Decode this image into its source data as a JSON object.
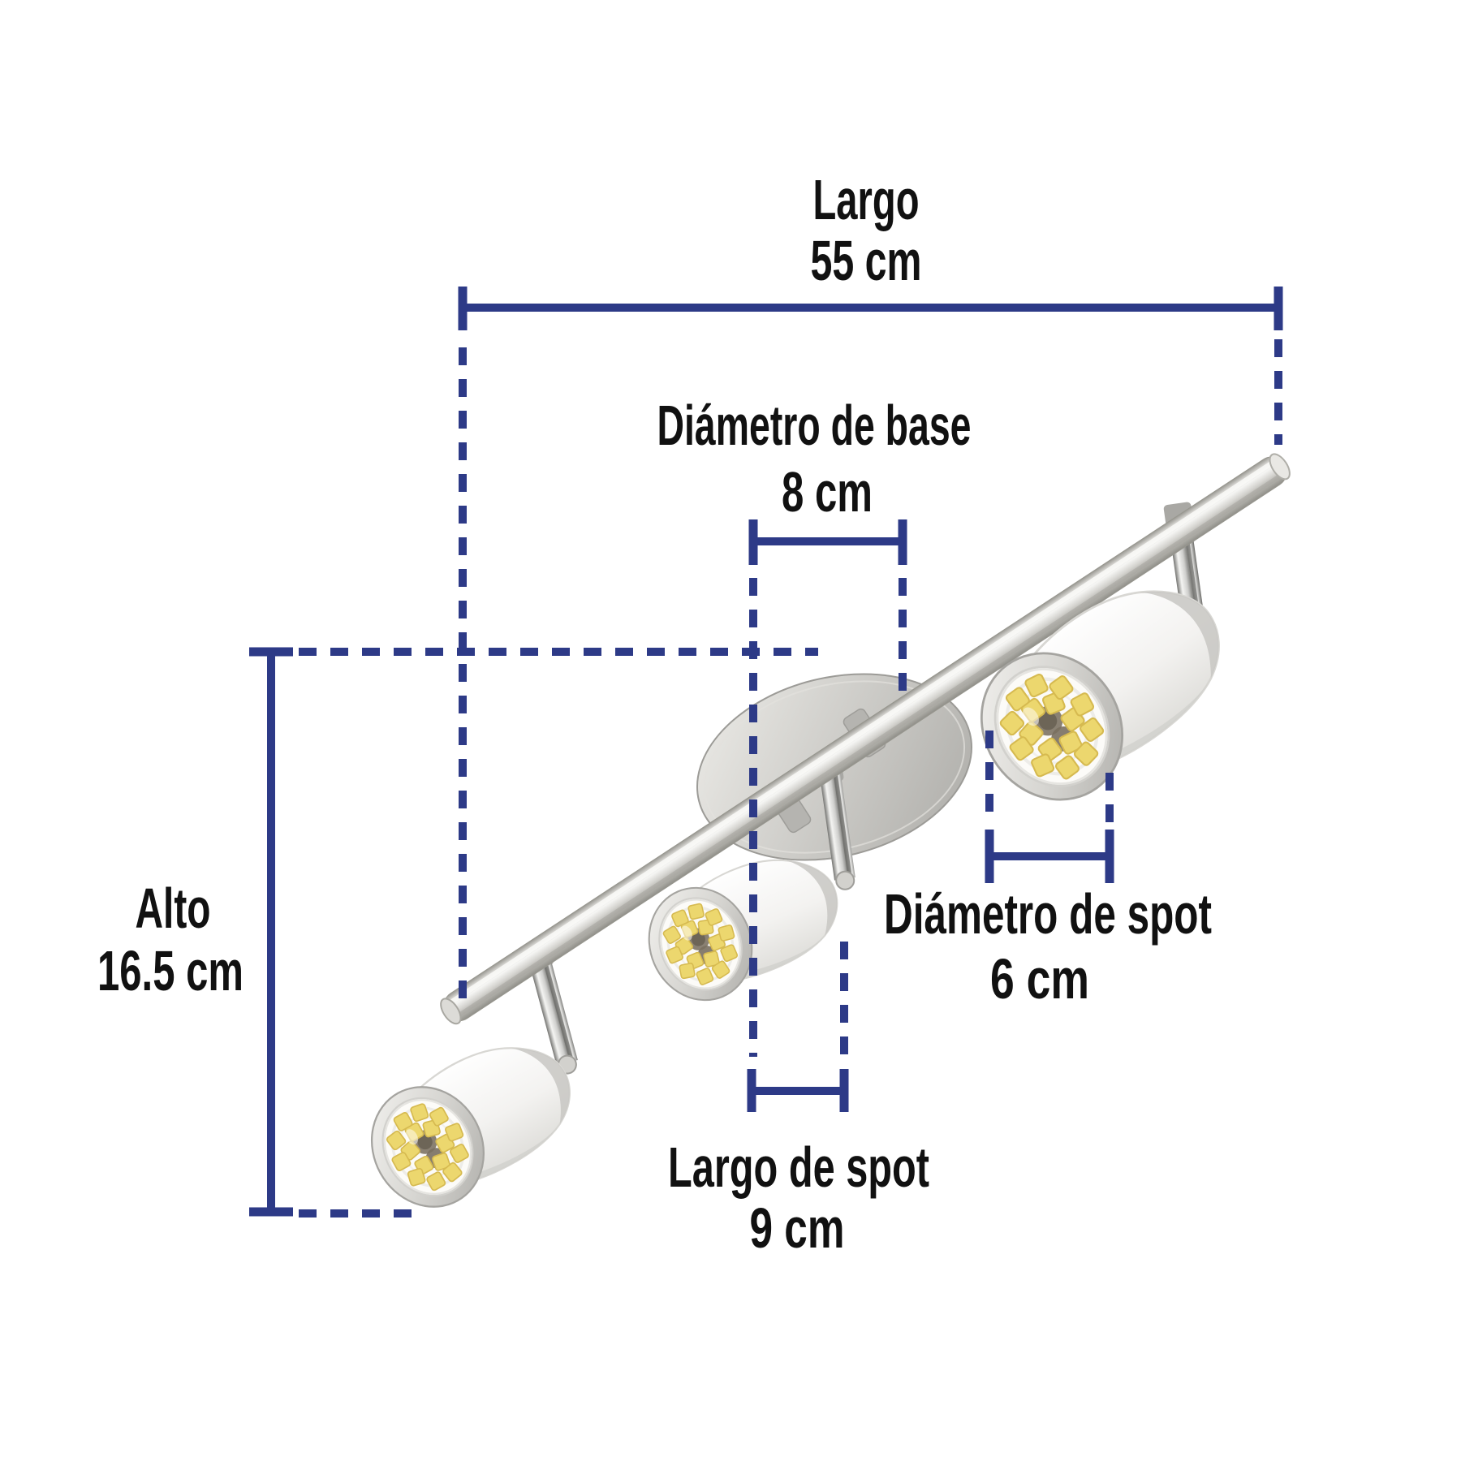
{
  "diagram": {
    "description": "3-spot adjustable track light fixture on diagonal bar, brushed nickel",
    "background": "#ffffff",
    "colors": {
      "dimension_line": "#2d3a87",
      "label_text": "#111111",
      "metal_highlight": "#f5f5f3",
      "metal_mid": "#cfceca",
      "metal_dark": "#98978f",
      "glass_white": "#fdfdfc",
      "led_yellow": "#ecd striking"
    },
    "dims": {
      "largo": {
        "label": "Largo",
        "value": "55 cm"
      },
      "diametro_base": {
        "label": "Diámetro de base",
        "value": "8 cm"
      },
      "alto": {
        "label": "Alto",
        "value": "16.5 cm"
      },
      "diametro_spot": {
        "label": "Diámetro de spot",
        "value": "6 cm"
      },
      "largo_spot": {
        "label": "Largo de spot",
        "value": "9 cm"
      }
    }
  }
}
